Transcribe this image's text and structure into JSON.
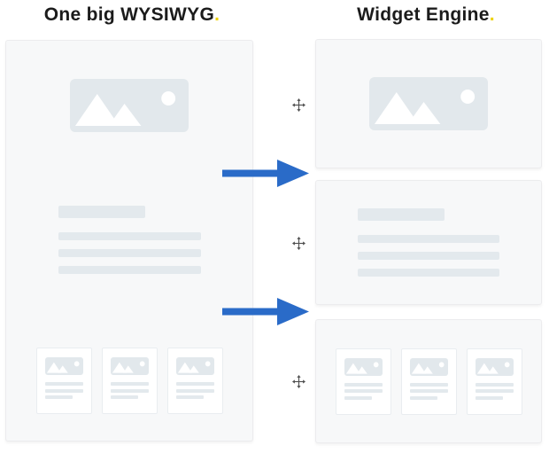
{
  "header": {
    "left_title": {
      "text": "One big WYSIWYG",
      "accent": "."
    },
    "right_title": {
      "text": "Widget Engine",
      "accent": "."
    }
  },
  "colors": {
    "accent_yellow": "#eed202",
    "arrow_blue": "#2a6bc8",
    "panel_background": "#f7f8f9",
    "panel_border": "#ececee",
    "placeholder_fill": "#e2e8ec",
    "placeholder_bar_fill": "#e3e9ed",
    "card_background": "#ffffff",
    "card_border": "#e9edf0",
    "title_text": "#1b1b1b",
    "move_icon": "#4f4f4f"
  },
  "icons": {
    "image_placeholder": "mountains-and-sun image glyph",
    "arrow": "solid right arrow",
    "move_handle": "four-direction move cursor"
  },
  "structure": {
    "left_panel_blocks": [
      "hero-image",
      "text-block",
      "card-row"
    ],
    "right_widgets": [
      "image-widget",
      "text-widget",
      "cards-widget"
    ],
    "cards_per_row": 3,
    "text_lines": 3,
    "arrow_count": 2,
    "move_handle_count": 3
  }
}
